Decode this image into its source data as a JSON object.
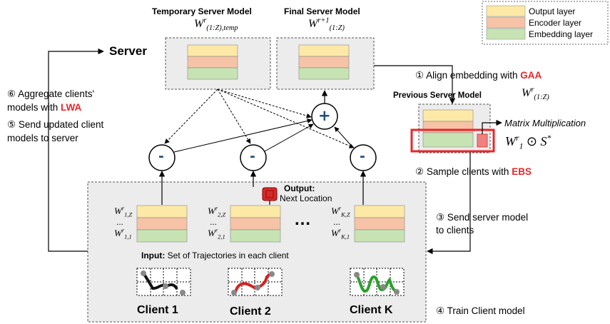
{
  "legend": {
    "output_layer": "Output layer",
    "encoder_layer": "Encoder layer",
    "embedding_layer": "Embedding layer"
  },
  "colors": {
    "output_layer": "#fde9a6",
    "encoder_layer": "#f6c3a6",
    "embedding_layer": "#c7e3b3",
    "panel_fill": "#ececec",
    "highlight_red": "#e8262a",
    "circle_stroke": "#000000",
    "circle_text": "#1f4e79"
  },
  "server": {
    "label": "Server",
    "temporary_title": "Temporary Server Model",
    "temporary_weight_main": "W",
    "temporary_weight_sup": "r",
    "temporary_weight_sub": "(1:Z),temp",
    "final_title": "Final Server Model",
    "final_weight_main": "W",
    "final_weight_sup": "r+1",
    "final_weight_sub": "(1:Z)"
  },
  "operators": {
    "plus": "+",
    "minus": "-"
  },
  "previous_model": {
    "title": "Previous Server Model",
    "weight_main": "W",
    "weight_sup": "r",
    "weight_sub": "(1:Z)",
    "matrix_label": "Matrix Multiplication",
    "formula_main": "W",
    "formula_sup": "r",
    "formula_sub": "1",
    "formula_op": "⊙",
    "formula_S": "S",
    "formula_star": "*"
  },
  "steps": {
    "step1_num": "①",
    "step1_text": "Align embedding with ",
    "step1_highlight": "GAA",
    "step2_num": "②",
    "step2_text": "Sample clients with ",
    "step2_highlight": "EBS",
    "step3_num": "③",
    "step3_line1": "Send server model",
    "step3_line2": "to clients",
    "step4_num": "④",
    "step4_text": "Train Client model",
    "step5_num": "⑤",
    "step5_line1": "Send updated client",
    "step5_line2": "models to server",
    "step6_num": "⑥",
    "step6_line1": "Aggregate clients'",
    "step6_line2": "models with ",
    "step6_highlight": "LWA"
  },
  "clients_panel": {
    "output_label": "Output:",
    "output_value": "Next Location",
    "input_label": "Input:",
    "input_text": "Set of Trajectories in each client",
    "ellipsis": "…",
    "clients": [
      {
        "name": "Client 1",
        "top_main": "W",
        "top_sup": "r",
        "top_sub": "1,Z",
        "dots": "...",
        "bot_main": "W",
        "bot_sup": "r",
        "bot_sub": "1,1"
      },
      {
        "name": "Client 2",
        "top_main": "W",
        "top_sup": "r",
        "top_sub": "2,Z",
        "dots": "...",
        "bot_main": "W",
        "bot_sup": "r",
        "bot_sub": "2,1"
      },
      {
        "name": "Client K",
        "top_main": "W",
        "top_sup": "r",
        "top_sub": "K,Z",
        "dots": "...",
        "bot_main": "W",
        "bot_sup": "r",
        "bot_sub": "K,1"
      }
    ]
  }
}
